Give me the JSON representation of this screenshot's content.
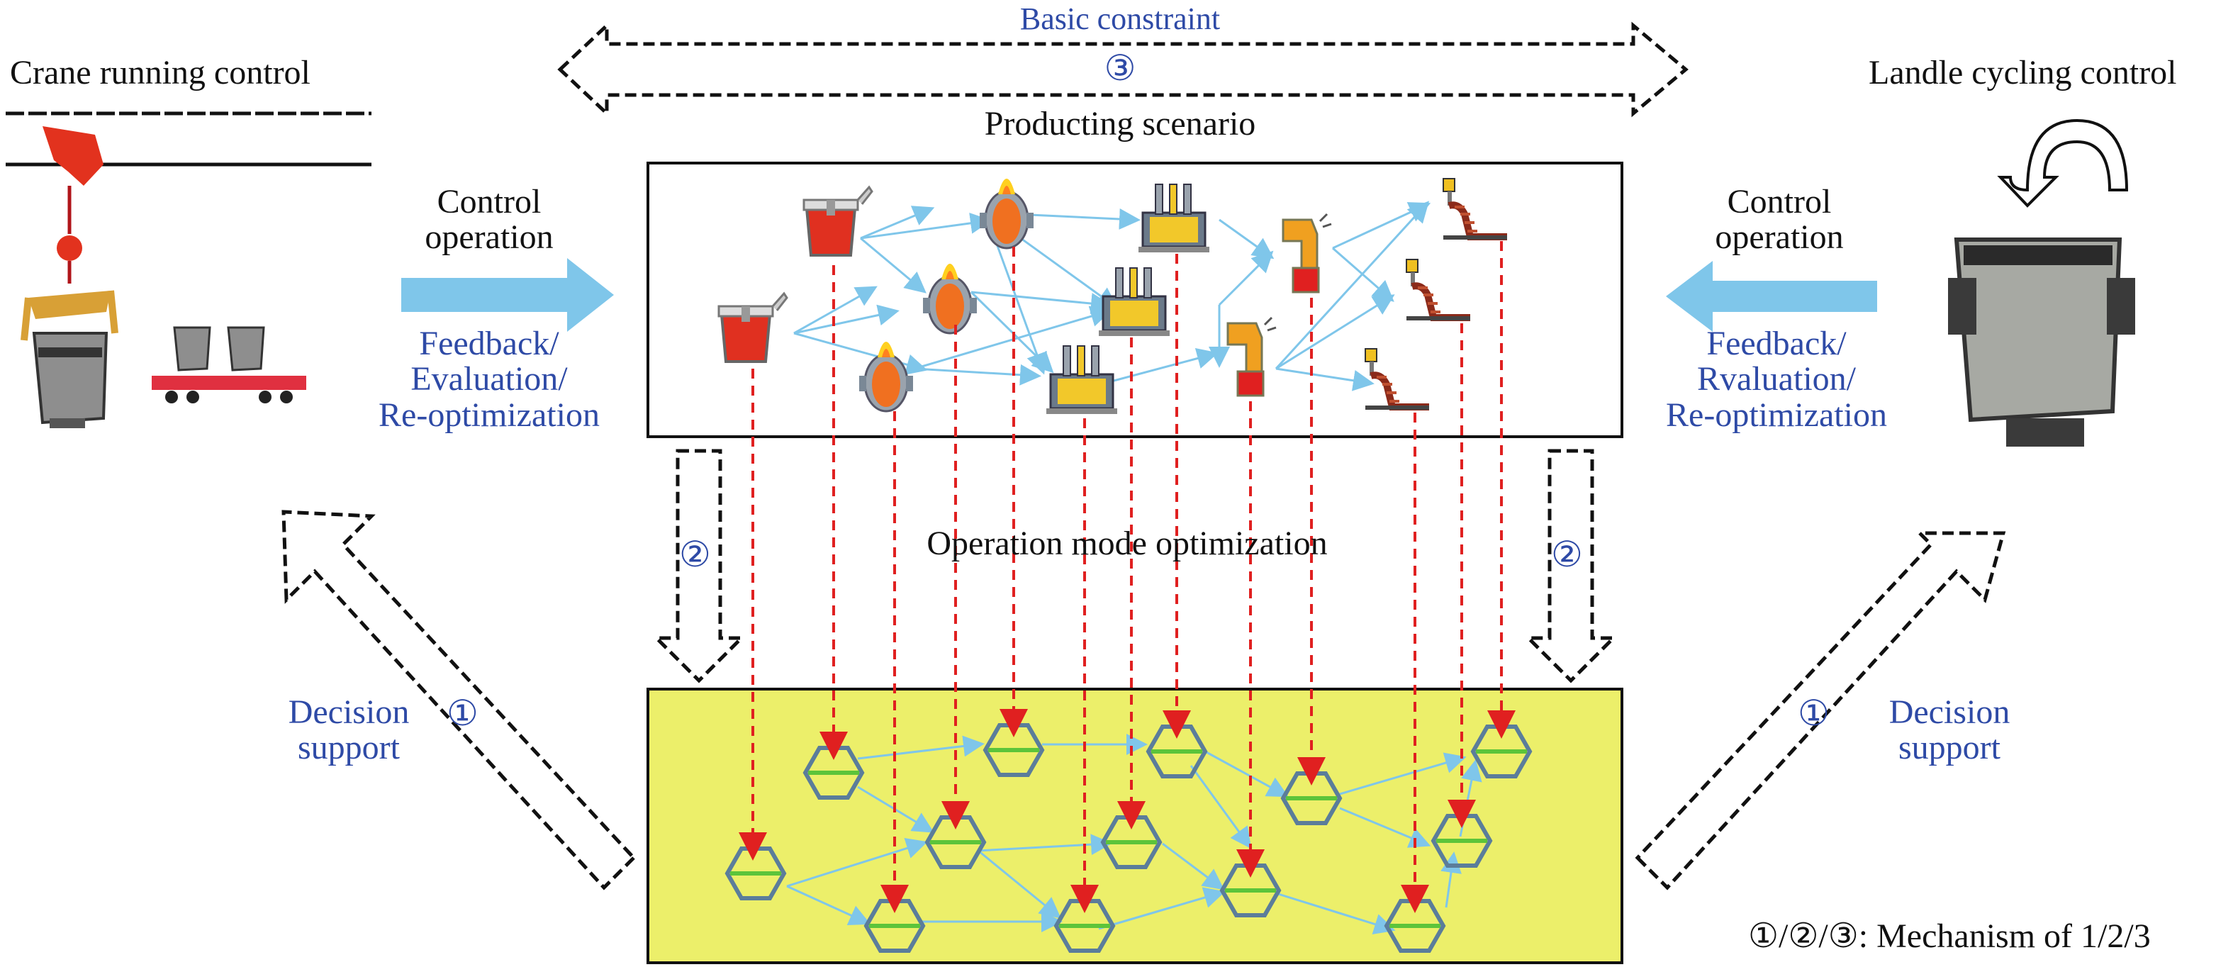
{
  "colors": {
    "blue_text": "#2e4aa6",
    "arrow_fill": "#7fc6ea",
    "model_fill": "#ecef6a",
    "red_dashed": "#e02020",
    "hexagon_stroke": "#5b7d9a",
    "hexagon_bar": "#5cc43a"
  },
  "top": {
    "basic_constraint": "Basic constraint",
    "mechanism_3": "③",
    "producing_scenario": "Producting scenario"
  },
  "left": {
    "title": "Crane running control",
    "control_operation": [
      "Control",
      "operation"
    ],
    "feedback": [
      "Feedback/",
      "Evaluation/",
      "Re-optimization"
    ],
    "decision_support": [
      "Decision",
      "support"
    ],
    "mechanism_1": "①",
    "mechanism_2": "②",
    "icons": [
      "crane-hook-icon",
      "ladle-icon",
      "ladle-car-icon"
    ]
  },
  "right": {
    "title": "Landle cycling control",
    "control_operation": [
      "Control",
      "operation"
    ],
    "feedback": [
      "Feedback/",
      "Rvaluation/",
      "Re-optimization"
    ],
    "decision_support": [
      "Decision",
      "support"
    ],
    "mechanism_1": "①",
    "mechanism_2": "②",
    "icons": [
      "rotate-arrow-icon",
      "ladle-icon"
    ]
  },
  "middle": {
    "operation_mode": "Operation mode optimization"
  },
  "scenario_icons": [
    "ladle-icon",
    "converter-icon",
    "refining-furnace-icon",
    "rh-degasser-icon",
    "caster-icon"
  ],
  "model_nodes": [
    "hexagon-node"
  ],
  "legend": "①/②/③: Mechanism of 1/2/3"
}
